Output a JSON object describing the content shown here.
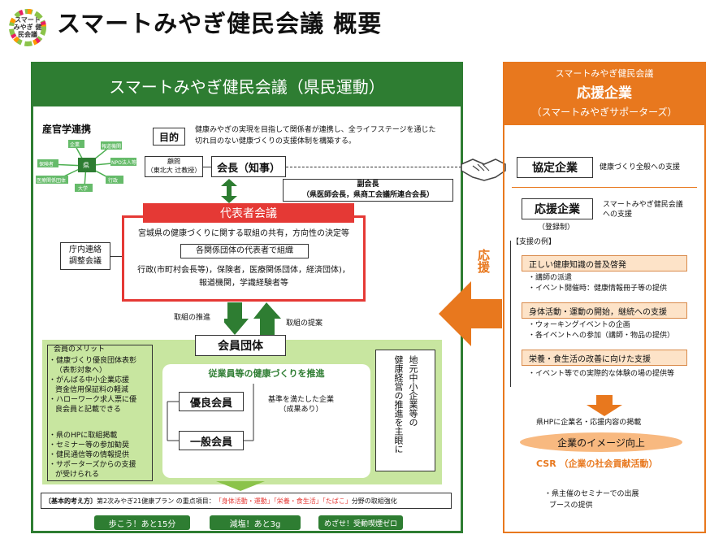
{
  "header": {
    "logo_text": "スマート みやぎ 健民会議",
    "title": "スマートみやぎ健民会議 概要"
  },
  "left": {
    "banner": "スマートみやぎ健民会議（県民運動）",
    "sangakukan": {
      "title": "産官学連携",
      "nodes": [
        "企業",
        "報道機関",
        "保険者",
        "NPO法人等",
        "医療関係団体",
        "大学",
        "行政",
        "県"
      ]
    },
    "purpose": {
      "label": "目的",
      "text1": "健康みやぎの実現を目指して関係者が連携し、全ライフステージを通じた",
      "text2": "切れ目のない健康づくりの支援体制を構築する。"
    },
    "advisor": {
      "line1": "顧問",
      "line2": "（東北大 辻教授）"
    },
    "chair": "会長（知事）",
    "vice": {
      "label": "副会長",
      "text": "（県医師会長，県商工会議所連合会長）"
    },
    "rep": {
      "title": "代表者会議",
      "line1": "宮城県の健康づくりに関する取組の共有，方向性の決定等",
      "box": "各関係団体の代表者で組織",
      "line2": "行政(市町村会長等)，保険者，医療関係団体，経済団体)，",
      "line3": "報道機関，学識経験者等"
    },
    "chokan": "庁内連絡 調整会議",
    "arrow_down_label": "取組の推進",
    "arrow_up_label": "取組の提案",
    "members": "会員団体",
    "merit": {
      "title": "会員のメリット",
      "items1": [
        "・健康づくり優良団体表彰",
        "（表彰対象へ）",
        "・がんばる中小企業応援",
        "資金信用保証料の軽減",
        "・ハローワーク求人票に優",
        "良会員と記載できる"
      ],
      "items2": [
        "・県のHPに取組掲載",
        "・セミナー等の参加勧奨",
        "・健民通信等の情報提供",
        "・サポーターズからの支援",
        "が受けられる"
      ]
    },
    "employees": "従業員等の健康づくりを推進",
    "excellent": "優良会員",
    "general": "一般会員",
    "criteria": {
      "line1": "基準を満たした企業",
      "line2": "（成果あり）"
    },
    "vertical": [
      "地元中小企業等の",
      "健康経営の推進を主眼に"
    ],
    "basic": {
      "label": "〔基本的考え方〕",
      "text": "第2次みやぎ21健康プラン の重点項目：",
      "highlight": "「身体活動・運動」「栄養・食生活」「たばこ」",
      "tail": "分野の取組強化"
    },
    "pills": [
      "歩こう！あと15分",
      "減塩！あと3g",
      "めざせ！受動喫煙ゼロ"
    ]
  },
  "right": {
    "header1": "スマートみやぎ健民会議",
    "header2": "応援企業",
    "header3": "（スマートみやぎサポーターズ）",
    "kyotei": "協定企業",
    "kyotei_desc": "健康づくり全般への支援",
    "ouen": "応援企業",
    "ouen_desc1": "スマートみやぎ健民会議",
    "ouen_desc2": "への支援",
    "registration": "（登録制）",
    "examples_title": "【支援の例】",
    "sections": [
      {
        "title": "正しい健康知識の普及啓発",
        "items": [
          "・講師の派遣",
          "・イベント開催時：健康情報冊子等の提供"
        ]
      },
      {
        "title": "身体活動・運動の開始，継続への支援",
        "items": [
          "・ウォーキングイベントの企画",
          "・各イベントへの参加（講師・物品の提供）"
        ]
      },
      {
        "title": "栄養・食生活の改善に向けた支援",
        "items": [
          "・イベント等での実際的な体験の場の提供等"
        ]
      }
    ],
    "hp": "県HPに企業名・応援内容の掲載",
    "image_up": "企業のイメージ向上",
    "csr": "CSR （企業の社会貢献活動）",
    "seminar1": "・県主催のセミナーでの出展",
    "seminar2": "ブースの提供"
  },
  "ouen_arrow": "応援",
  "colors": {
    "green": "#2e7d32",
    "orange": "#e8781e",
    "red": "#e53935",
    "lightgreen": "#c8e6a0"
  }
}
